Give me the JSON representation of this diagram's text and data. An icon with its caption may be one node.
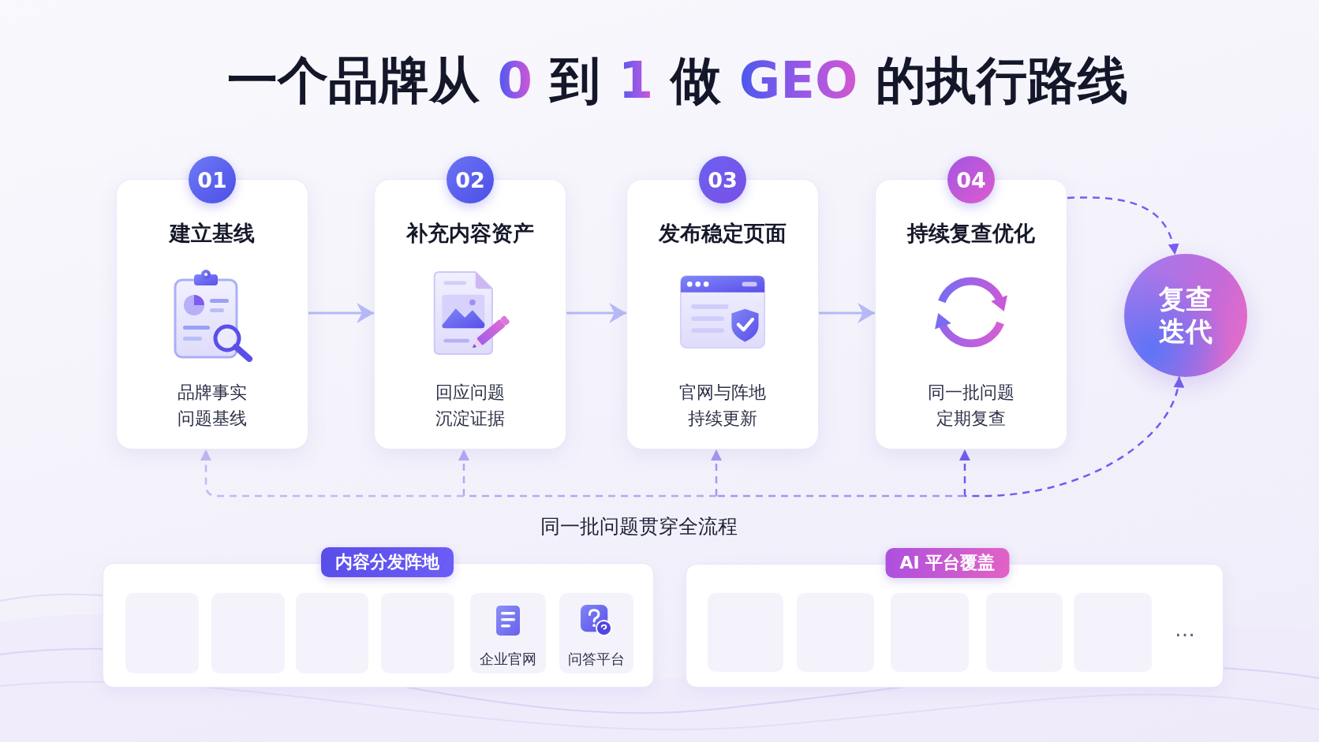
{
  "diagram": {
    "title": "一个品牌从 **0** 到 **1** 做 **GEO** 的执行路线",
    "nodes": [
      {
        "text": [
          "01",
          "建立基线",
          "品牌事实",
          "问题基线"
        ]
      },
      {
        "text": [
          "02",
          "补充内容资产",
          "回应问题",
          "沉淀证据"
        ]
      },
      {
        "text": [
          "03",
          "发布稳定页面",
          "官网与阵地",
          "持续更新"
        ]
      },
      {
        "text": [
          "04",
          "持续复查优化",
          "同一批问题",
          "定期复查"
        ]
      },
      {
        "text": [
          "复查迭代"
        ]
      },
      {
        "text": [
          "内容分发阵地"
        ]
      },
      {
        "text": [],
        "shape": "box",
        "in": 5
      },
      {
        "text": [],
        "shape": "box",
        "in": 5
      },
      {
        "text": [],
        "shape": "box",
        "in": 5
      },
      {
        "text": [],
        "shape": "box",
        "in": 5
      },
      {
        "text": [
          "企业官网"
        ],
        "in": 5
      },
      {
        "text": [
          "问答平台"
        ],
        "in": 5
      },
      {
        "text": [
          "AI 平台覆盖"
        ]
      },
      {
        "text": [],
        "shape": "box",
        "in": 12
      },
      {
        "text": [],
        "shape": "box",
        "in": 12
      },
      {
        "text": [],
        "shape": "box",
        "in": 12
      },
      {
        "text": [],
        "shape": "box",
        "in": 12
      },
      {
        "text": [],
        "shape": "box",
        "in": 12
      }
    ],
    "edges": [
      {
        "from": 0,
        "to": 1,
        "arrow": "to",
        "color": "#b7b9f7"
      },
      {
        "from": 1,
        "to": 2,
        "arrow": "to",
        "color": "#b7b9f7"
      },
      {
        "from": 2,
        "to": 3,
        "arrow": "to",
        "color": "#b7b9f7"
      },
      {
        "from": 3,
        "to": 4,
        "arrow": "to",
        "style": "dashed",
        "color": "#7a5cf0"
      },
      {
        "from": 4,
        "to": 0,
        "arrow": "both",
        "style": "dashed",
        "color": "#c0b9f6"
      },
      {
        "from": 4,
        "to": 1,
        "arrow": "both",
        "style": "dashed",
        "color": "#b3a9f5"
      },
      {
        "from": 4,
        "to": 2,
        "arrow": "both",
        "style": "dashed",
        "color": "#a596f3"
      },
      {
        "from": 4,
        "to": 3,
        "arrow": "both",
        "style": "dashed",
        "color": "#6e5cf0"
      }
    ],
    "labels": [
      "同一批问题贯穿全流程",
      "…"
    ]
  }
}
